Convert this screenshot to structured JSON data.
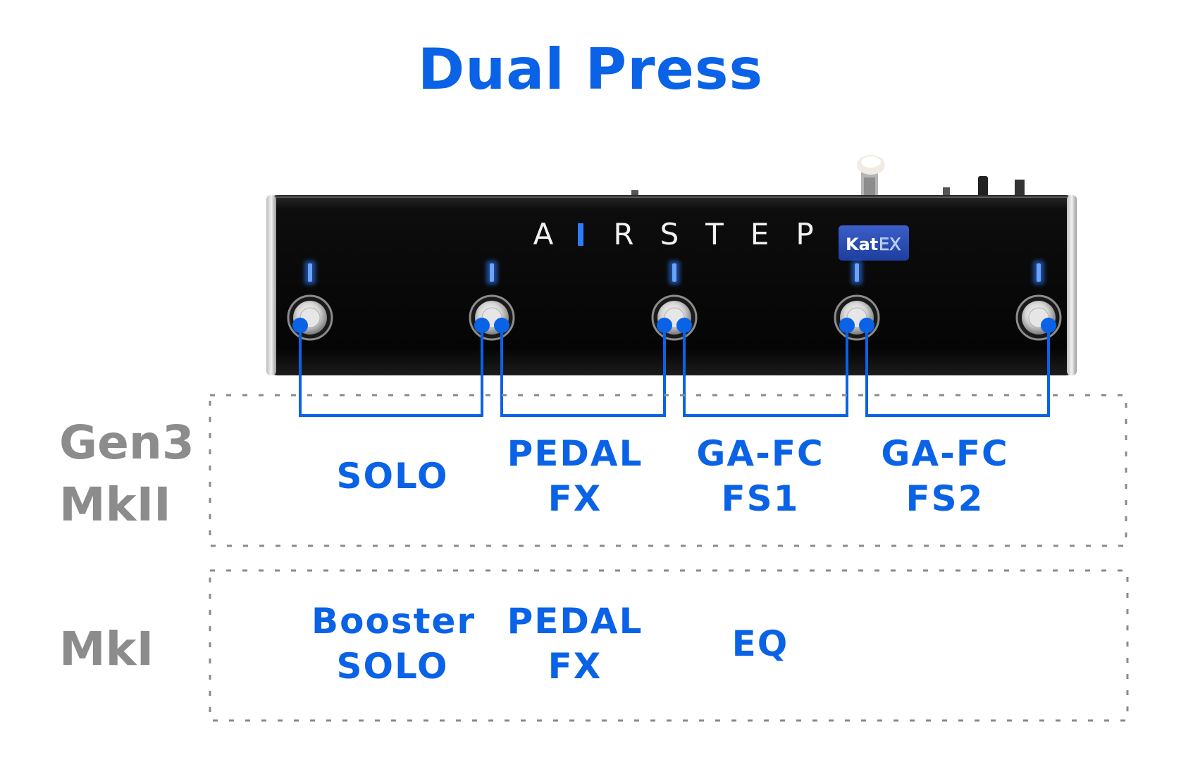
{
  "title": "Dual Press",
  "device": {
    "brand": "AIRSTEP",
    "badge_left": "Kat",
    "badge_right": "EX",
    "accent_color": "#0a62e6",
    "led_color": "#2f7bff",
    "body_color": "#0c0c0c"
  },
  "rows": [
    {
      "label": [
        "Gen3",
        "MkII"
      ],
      "functions": [
        {
          "lines": [
            "SOLO"
          ]
        },
        {
          "lines": [
            "PEDAL",
            "FX"
          ]
        },
        {
          "lines": [
            "GA-FC",
            "FS1"
          ]
        },
        {
          "lines": [
            "GA-FC",
            "FS2"
          ]
        }
      ]
    },
    {
      "label": [
        "MkI"
      ],
      "functions": [
        {
          "lines": [
            "Booster",
            "SOLO"
          ]
        },
        {
          "lines": [
            "PEDAL",
            "FX"
          ]
        },
        {
          "lines": [
            "EQ"
          ]
        }
      ]
    }
  ]
}
